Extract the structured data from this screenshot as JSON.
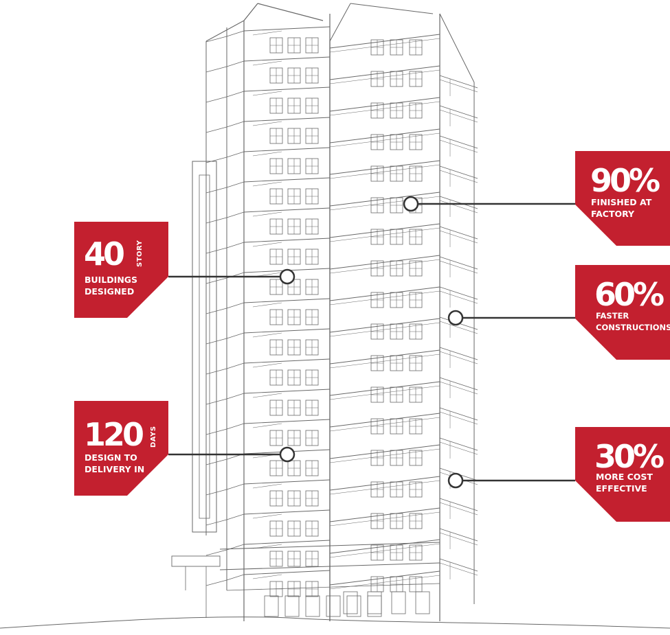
{
  "accent_color": "#c3202f",
  "line_color": "#333333",
  "stats": {
    "story": {
      "number": "40",
      "vertical": "STORY",
      "caption": "BUILDINGS\nDESIGNED"
    },
    "days": {
      "number": "120",
      "vertical": "DAYS",
      "caption": "DESIGN TO\nDELIVERY IN"
    },
    "factory": {
      "number": "90%",
      "caption": "FINISHED AT\nFACTORY"
    },
    "faster": {
      "number": "60%",
      "caption": "FASTER\nCONSTRUCTIONS"
    },
    "cost": {
      "number": "30%",
      "caption": "MORE COST\nEFFECTIVE"
    }
  }
}
